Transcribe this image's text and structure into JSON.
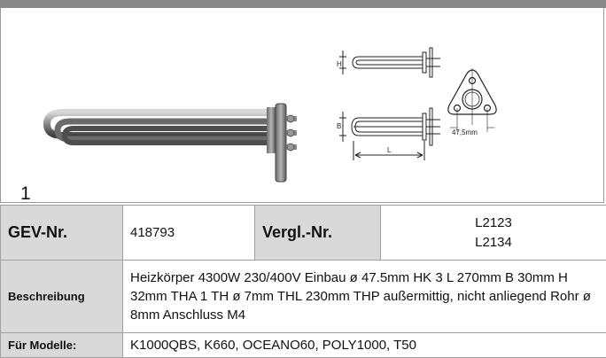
{
  "image": {
    "number": "1",
    "diagram_labels": {
      "h": "H",
      "b": "B",
      "l": "L",
      "flange_diameter": "47,5mm"
    }
  },
  "table": {
    "gev_label": "GEV-Nr.",
    "gev_value": "418793",
    "vergl_label": "Vergl.-Nr.",
    "vergl_values": [
      "L2123",
      "L2134"
    ],
    "beschreibung_label": "Beschreibung",
    "beschreibung_value": "Heizkörper  4300W 230/400V Einbau ø 47.5mm HK 3 L 270mm B 30mm H 32mm THA 1 TH ø 7mm THL 230mm THP außermittig, nicht anliegend Rohr ø 8mm Anschluss M4",
    "modelle_label": "Für Modelle:",
    "modelle_value": "K1000QBS, K660, OCEANO60, POLY1000, T50"
  }
}
